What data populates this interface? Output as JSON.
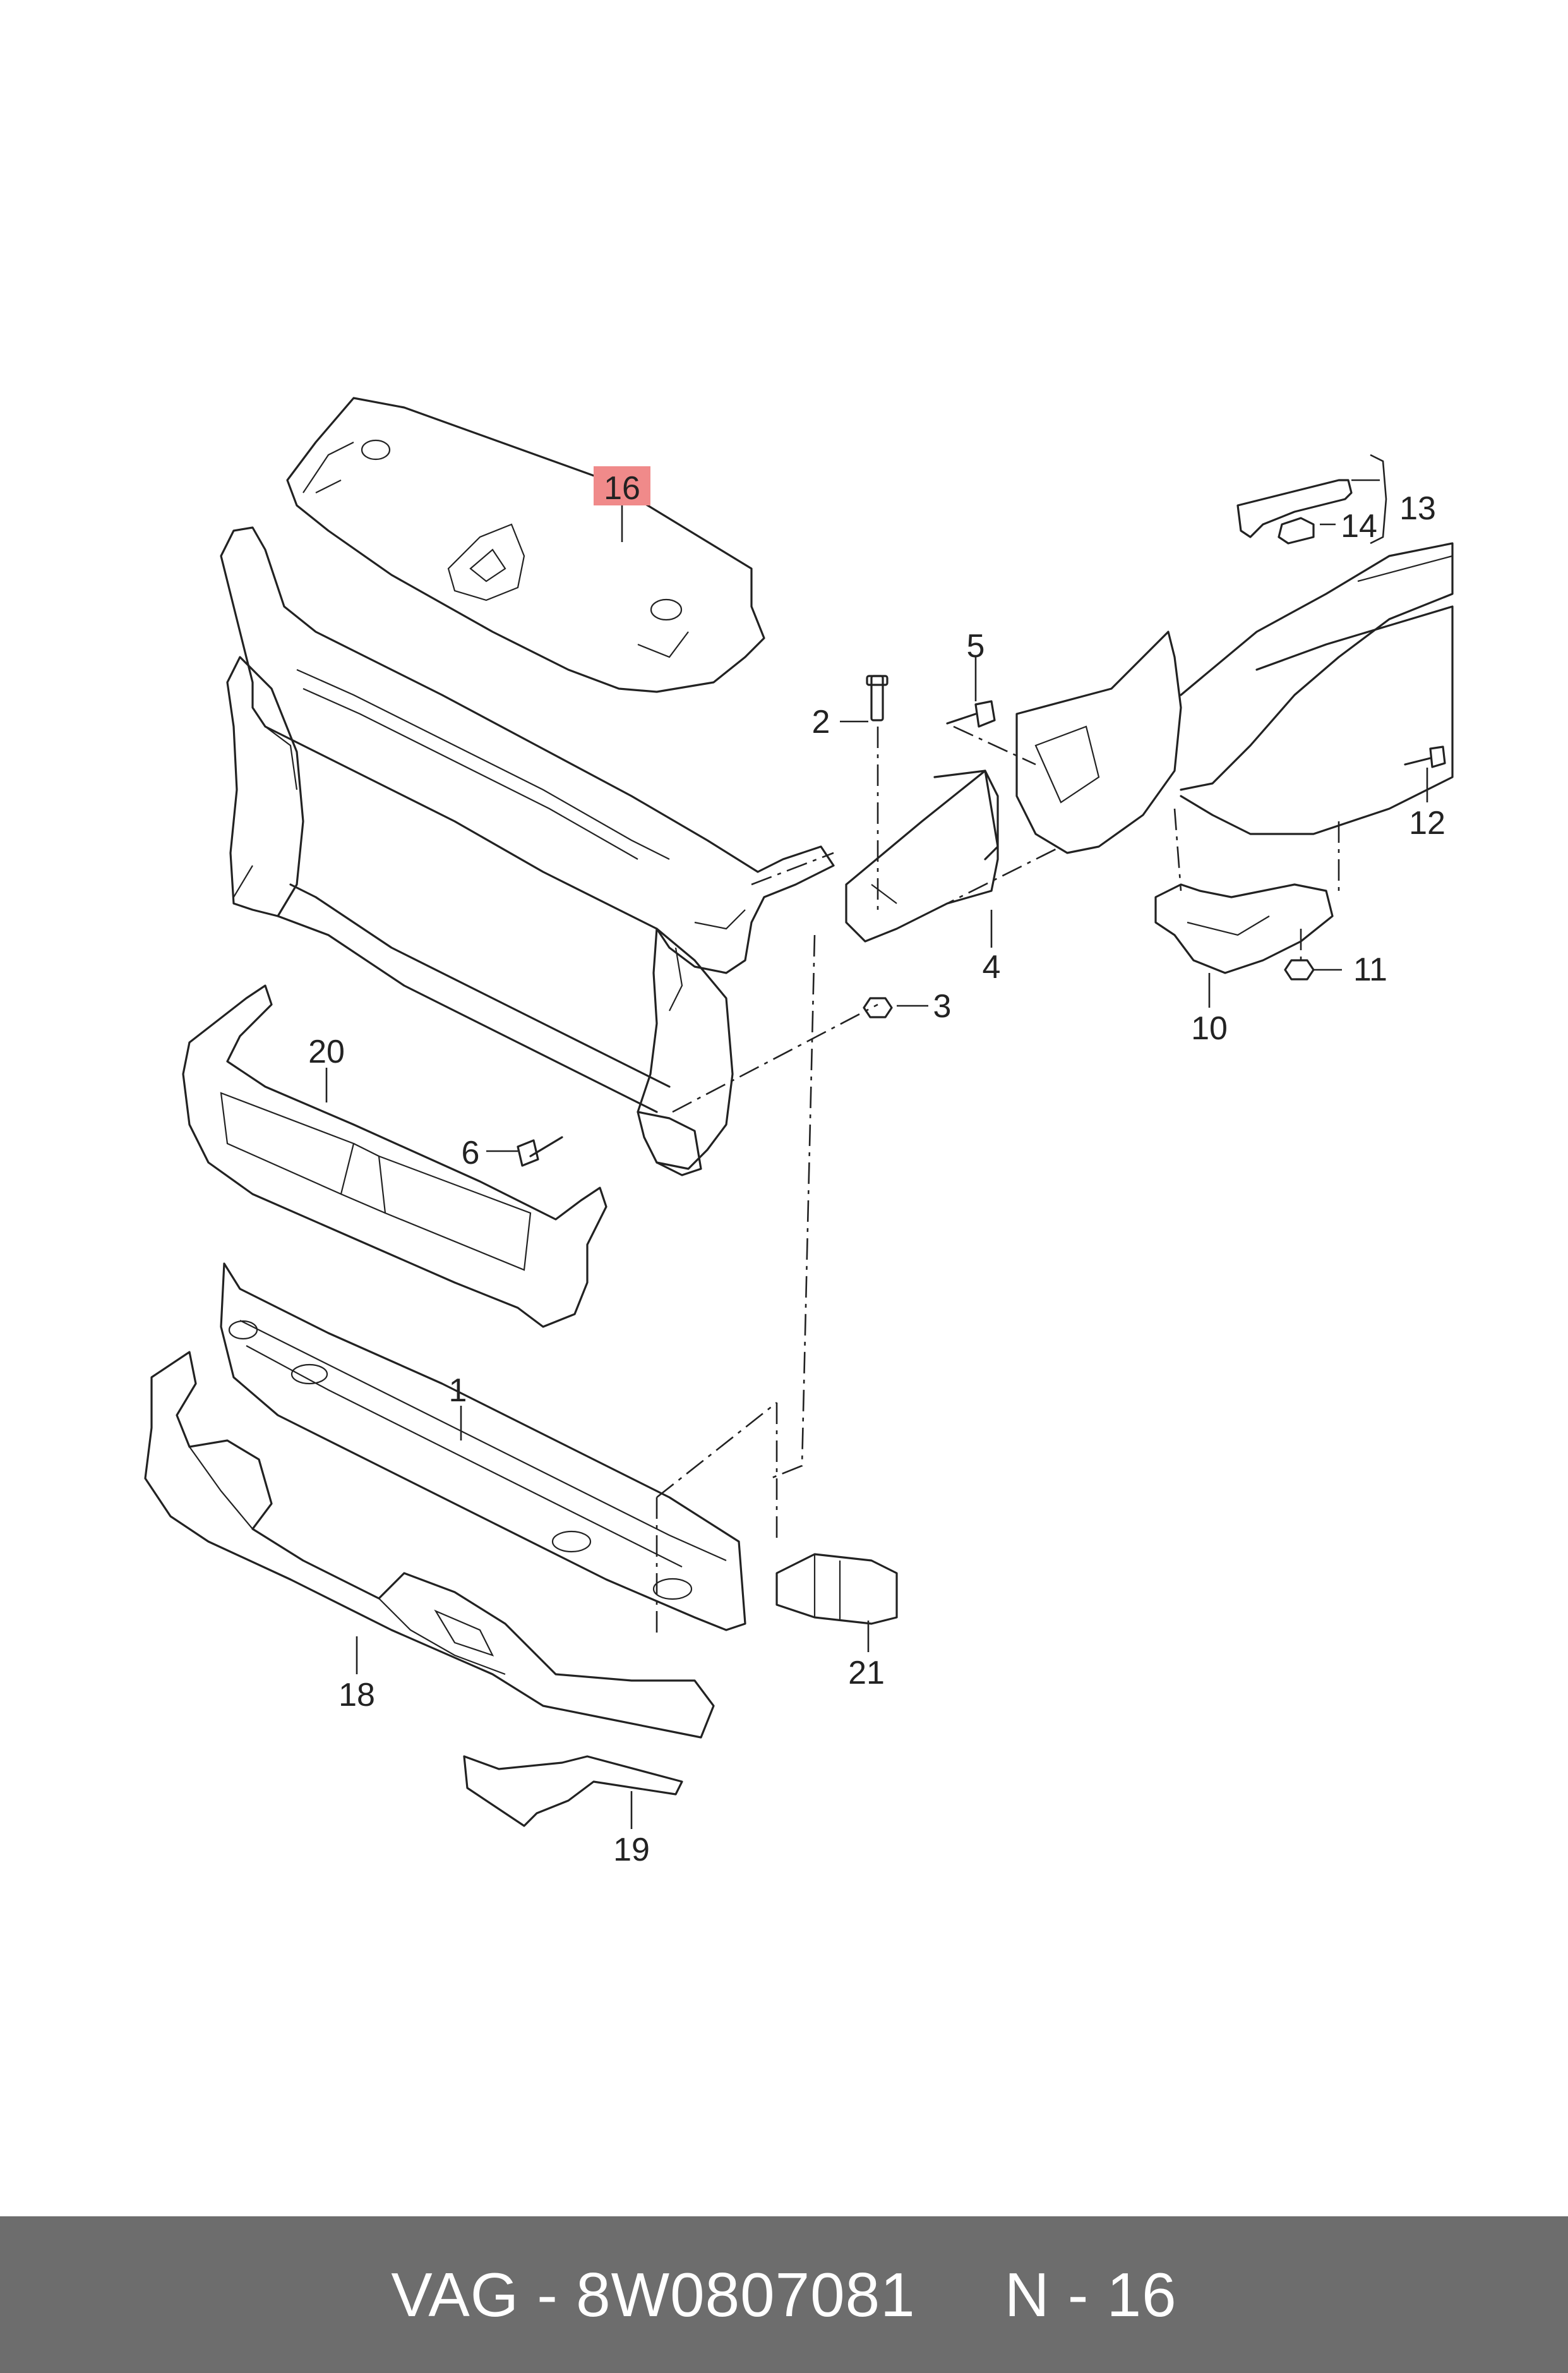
{
  "diagram": {
    "highlighted_callout": "16",
    "highlight_color": "#f08a8a",
    "callouts": {
      "c1": "1",
      "c2": "2",
      "c3": "3",
      "c4": "4",
      "c5": "5",
      "c6": "6",
      "c10": "10",
      "c11": "11",
      "c12": "12",
      "c13": "13",
      "c14": "14",
      "c16": "16",
      "c18": "18",
      "c19": "19",
      "c20": "20",
      "c21": "21"
    }
  },
  "footer": {
    "brand": "VAG",
    "part_number": "8W0807081",
    "position": "N - 16",
    "text": "VAG - 8W0807081     N - 16",
    "background": "#6d6d6d"
  }
}
